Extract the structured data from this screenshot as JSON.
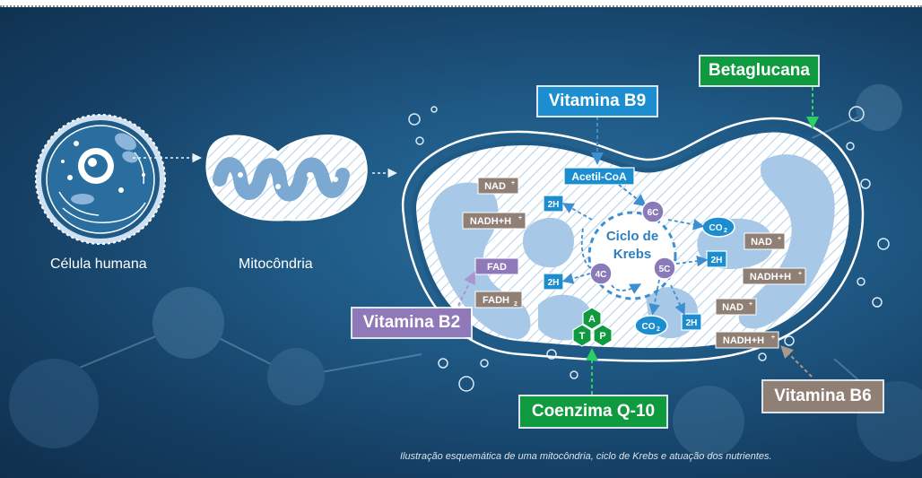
{
  "cell_label": "Célula humana",
  "mito_label": "Mitocôndria",
  "vitamins": {
    "b9": "Vitamina B9",
    "betaglucana": "Betaglucana",
    "b2": "Vitamina B2",
    "coq10": "Coenzima Q-10",
    "b6": "Vitamina B6"
  },
  "krebs": {
    "line1": "Ciclo de",
    "line2": "Krebs"
  },
  "acetyl": "Acetil-CoA",
  "carbons": {
    "c6": "6C",
    "c5": "5C",
    "c4": "4C"
  },
  "co2": {
    "main": "CO",
    "sub": "2"
  },
  "h2": "2H",
  "nad": "NAD",
  "nadh": "NADH+H",
  "fad": "FAD",
  "fadh": {
    "main": "FADH",
    "sub": "2"
  },
  "atp": {
    "a": "A",
    "t": "T",
    "p": "P"
  },
  "credit": "Ilustração esquemática de uma mitocôndria, ciclo de Krebs e atuação dos nutrientes.",
  "colors": {
    "background": "#1f5a86",
    "blue_tag": "#1c8ed0",
    "green_tag": "#0f9a3f",
    "purple_tag": "#8f79b8",
    "brown_tag": "#8f7f75",
    "carbon_circle": "#8a7bb8"
  }
}
